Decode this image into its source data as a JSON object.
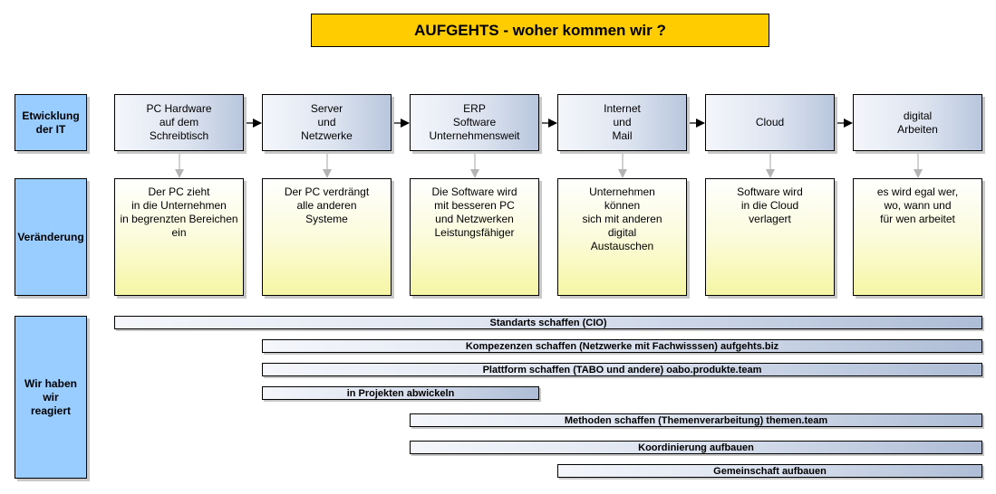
{
  "title": "AUFGEHTS - woher kommen wir ?",
  "rows": {
    "it": "Etwicklung\nder  IT",
    "change": "Veränderung",
    "reaction": "Wir haben\nwir\nreagiert"
  },
  "stages": [
    "PC Hardware\nauf dem\nSchreibtisch",
    "Server\nund\nNetzwerke",
    "ERP\nSoftware\nUnternehmensweit",
    "Internet\nund\nMail",
    "Cloud",
    "digital\nArbeiten"
  ],
  "changes": [
    "Der PC zieht\nin die Unternehmen\nin begrenzten Bereichen\nein",
    "Der PC verdrängt\nalle anderen\nSysteme",
    "Die Software wird\nmit besseren PC\nund Netzwerken\nLeistungsfähiger",
    "Unternehmen\nkönnen\nsich mit anderen\ndigital\nAustauschen",
    "Software wird\nin die Cloud\nverlagert",
    "es wird egal wer,\nwo, wann und\nfür wen arbeitet"
  ],
  "bars": [
    "Standarts  schaffen  (CIO)",
    "Kompezenzen schaffen (Netzwerke mit Fachwisssen) aufgehts.biz",
    "Plattform schaffen (TABO und andere) oabo.produkte.team",
    "in Projekten abwickeln",
    "Methoden schaffen (Themenverarbeitung) themen.team",
    "Koordinierung aufbauen",
    "Gemeinschaft aufbauen"
  ]
}
